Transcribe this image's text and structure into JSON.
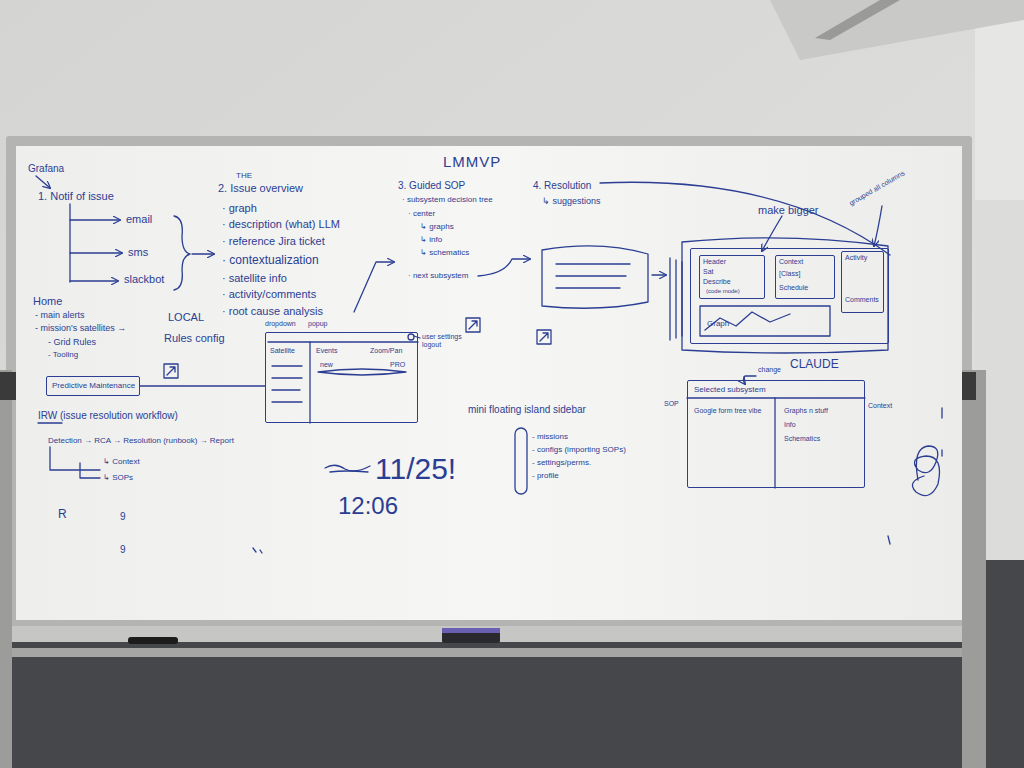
{
  "diagram": {
    "title": "LMMVP",
    "nodes": [
      {
        "text": [
          "Predictive Maintenance"
        ]
      },
      {
        "text": [
          "Satellite",
          "Events",
          "Zoom/Pan",
          "new",
          "PRO"
        ]
      },
      {
        "text": [
          "Graph"
        ]
      },
      {
        "text": [
          "Header",
          "Sat",
          "Describe",
          "(code mode)"
        ],
        "in": 2
      },
      {
        "text": [
          "Context",
          "[Class]",
          "Schedule"
        ],
        "in": 2
      },
      {
        "text": [
          "Activity",
          "Comments"
        ],
        "in": 2
      },
      {
        "text": [
          "Selected subsystem",
          "Google form tree vibe",
          "Graphs n stuff",
          "Info",
          "Schematics"
        ]
      }
    ],
    "edges": [
      {
        "from": 0,
        "to": 1,
        "arrow": "none"
      }
    ],
    "labels": [
      "Grafana",
      "1. Notif of issue",
      "email",
      "sms",
      "slackbot",
      "THE",
      "2. Issue overview",
      "· graph",
      "· description (what) LLM",
      "· reference Jira ticket",
      "· contextualization",
      "· satellite info",
      "· activity/comments",
      "· root cause analysis",
      "3. Guided SOP",
      "· subsystem decision tree",
      "· center",
      "↳ graphs",
      "↳ info",
      "↳ schematics",
      "· next subsystem",
      "4. Resolution",
      "↳ suggestions",
      "Home",
      "- main alerts",
      "- mission's satellites →",
      "- Grid Rules",
      "- Tooling",
      "LOCAL",
      "Rules config",
      "IRW (issue resolution workflow)",
      "Detection → RCA → Resolution (runbook) → Report",
      "↳ Context",
      "↳ SOPs",
      "R",
      "9",
      "9",
      "11/25!",
      "12:06",
      "dropdown",
      "popup",
      "user settings logout",
      "mini floating island sidebar",
      "- missions",
      "- configs (importing SOPs)",
      "- settings/perms.",
      "- profile",
      "make bigger",
      "grouped all columns",
      "CLAUDE",
      "change",
      "SOP",
      "Context"
    ]
  }
}
